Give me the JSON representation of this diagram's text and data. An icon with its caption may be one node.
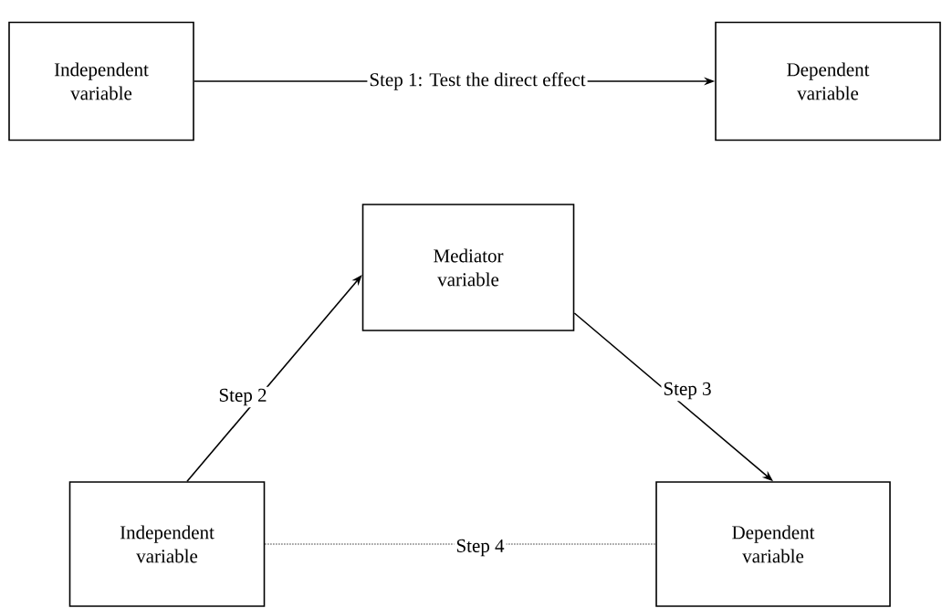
{
  "diagram": {
    "nodes": [
      {
        "text": [
          "Independent variable"
        ]
      },
      {
        "text": [
          "Dependent variable"
        ]
      },
      {
        "text": [
          "Mediator variable"
        ]
      },
      {
        "text": [
          "Independent variable"
        ]
      },
      {
        "text": [
          "Dependent variable"
        ]
      }
    ],
    "edges": [
      {
        "from": 0,
        "to": 1,
        "arrow": "to",
        "label": "Step 1: Test the direct effect"
      },
      {
        "from": 3,
        "to": 2,
        "arrow": "to",
        "label": "Step 2"
      },
      {
        "from": 2,
        "to": 4,
        "arrow": "to",
        "label": "Step 3"
      },
      {
        "from": 3,
        "to": 4,
        "arrow": "none",
        "label": "Step 4",
        "style": "dashed"
      }
    ]
  }
}
